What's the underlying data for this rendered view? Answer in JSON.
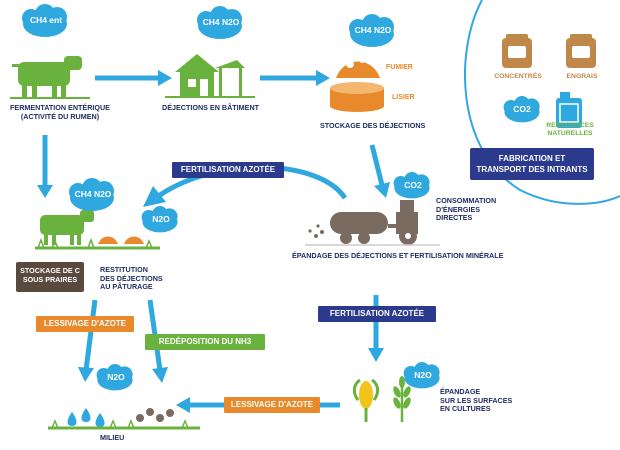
{
  "clouds": {
    "ferment": "CH4 ent",
    "batiment": "CH4 N2O",
    "stockage": "CH4 N2O",
    "restit_a": "CH4 N2O",
    "restit_b": "N2O",
    "energie": "CO2",
    "cultures": "N2O",
    "milieu": "N2O",
    "ressources": "CO2"
  },
  "labels": {
    "fermentation": "FERMENTATION ENTÉRIQUE\n(ACTIVITÉ DU RUMEN)",
    "dejections_batiment": "DÉJECTIONS EN BÂTIMENT",
    "stockage": "STOCKAGE DES DÉJECTIONS",
    "fumier": "FUMIER",
    "lisier": "LISIER",
    "concentres": "CONCENTRÉS",
    "engrais": "ENGRAIS",
    "ressources": "RESSOURCES\nNATURELLES",
    "consommation": "CONSOMMATION\nD'ÉNERGIES\nDIRECTES",
    "epandage_min": "ÉPANDAGE DES DÉJECTIONS ET FERTILISATION MINÉRALE",
    "restitution": "RESTITUTION\nDES DÉJECTIONS\nAU PÂTURAGE",
    "stockage_c": "STOCKAGE DE C\nSOUS PRAIRES",
    "epandage_cultures": "ÉPANDAGE\nSUR LES SURFACES\nEN CULTURES",
    "milieu": "MILIEU"
  },
  "tags": {
    "fabrication": "FABRICATION ET\nTRANSPORT DES INTRANTS",
    "fert1": "FERTILISATION AZOTÉE",
    "fert2": "FERTILISATION AZOTÉE",
    "lessivage1": "LESSIVAGE D'AZOTE",
    "redeposition": "REDÉPOSITION DU NH3",
    "lessivage2": "LESSIVAGE D'AZOTE"
  },
  "colors": {
    "navy": "#2b3a8c",
    "blue_arrow": "#2fa8e0",
    "orange": "#e8892b",
    "green": "#6ab23e",
    "brown": "#5a4a3e",
    "cloud": "#2fa8e0"
  }
}
